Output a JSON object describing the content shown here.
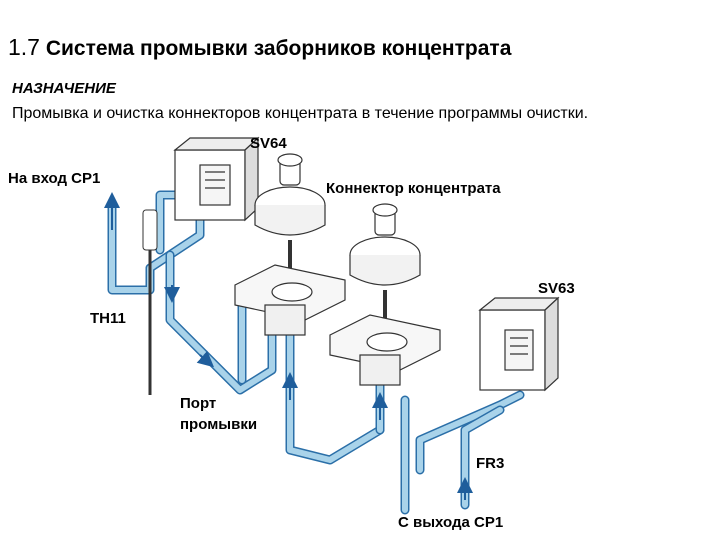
{
  "title": {
    "number": "1.7",
    "text": "Система промывки заборников концентрата"
  },
  "section_heading": "НАЗНАЧЕНИЕ",
  "description": "Промывка и очистка коннекторов концентрата в течение программы очистки.",
  "labels": {
    "sv64": "SV64",
    "inlet_cp1": "На вход CP1",
    "connector": "Коннектор концентрата",
    "sv63": "SV63",
    "th11": "TH11",
    "rinse_port_line1": "Порт",
    "rinse_port_line2": "промывки",
    "fr3": "FR3",
    "outlet_cp1": "С выхода CP1"
  },
  "colors": {
    "tube_fill": "#a9d3ea",
    "tube_stroke": "#2b6fa8",
    "arrow": "#1f5e9c",
    "device_stroke": "#333333"
  }
}
